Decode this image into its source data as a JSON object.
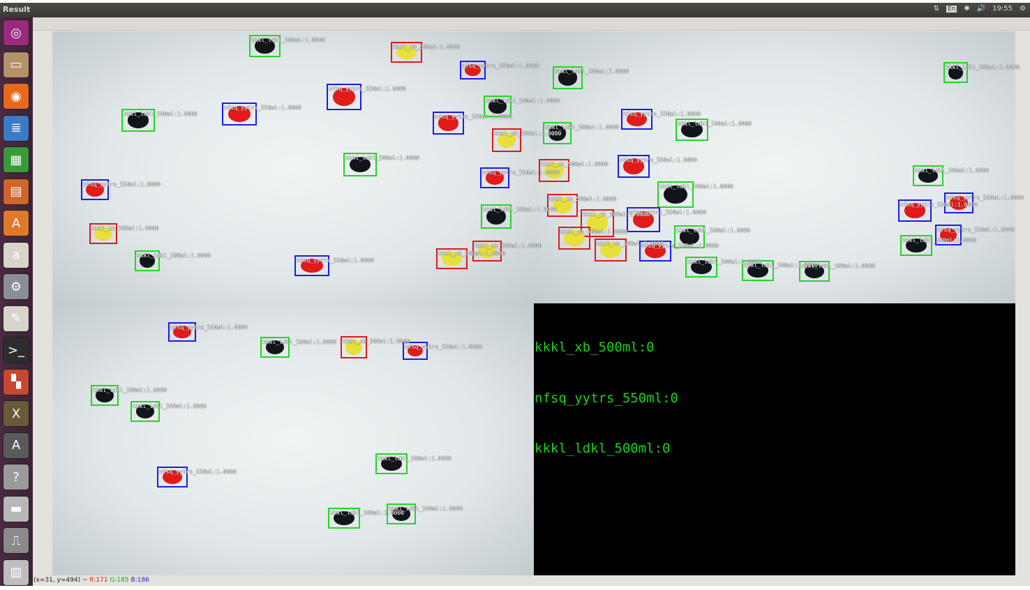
{
  "window": {
    "title": "Result"
  },
  "tray": {
    "network": "⇅",
    "keyboard": "En",
    "bluetooth": "✱",
    "volume": "🔊",
    "clock": "19:55",
    "settings": "⚙"
  },
  "launcher": [
    {
      "name": "ubuntu-dash-icon",
      "glyph": "◎",
      "color": "#9b2b7c"
    },
    {
      "name": "files-icon",
      "glyph": "▭",
      "color": "#b3926a"
    },
    {
      "name": "firefox-icon",
      "glyph": "◉",
      "color": "#e56a1d"
    },
    {
      "name": "writer-icon",
      "glyph": "≣",
      "color": "#3b7bc6"
    },
    {
      "name": "calc-icon",
      "glyph": "▦",
      "color": "#3a9a3a"
    },
    {
      "name": "impress-icon",
      "glyph": "▤",
      "color": "#d1652b"
    },
    {
      "name": "software-center-icon",
      "glyph": "A",
      "color": "#e07a2a"
    },
    {
      "name": "amazon-icon",
      "glyph": "a",
      "color": "#d9d5cc"
    },
    {
      "name": "system-settings-icon",
      "glyph": "⚙",
      "color": "#8a8f96"
    },
    {
      "name": "text-editor-icon",
      "glyph": "✎",
      "color": "#d7d4cc"
    },
    {
      "name": "terminal-icon",
      "glyph": ">_",
      "color": "#2d2d2d"
    },
    {
      "name": "workspaces-icon",
      "glyph": "▚",
      "color": "#c7482f"
    },
    {
      "name": "xterm-icon",
      "glyph": "X",
      "color": "#6b5a3a"
    },
    {
      "name": "updater-icon",
      "glyph": "A",
      "color": "#5a5a5a"
    },
    {
      "name": "help-icon",
      "glyph": "?",
      "color": "#9a9a9a"
    },
    {
      "name": "disk-icon",
      "glyph": "▬",
      "color": "#b7b7b7"
    },
    {
      "name": "usb-icon",
      "glyph": "⎍",
      "color": "#8a8a8a"
    },
    {
      "name": "trash-icon",
      "glyph": "▥",
      "color": "#bdbdbd"
    }
  ],
  "colors": {
    "kkkl_ldkl": "#22d622",
    "nfsq_yytrs": "#1a1aee",
    "kkkl_xb": "#e01818"
  },
  "labels": {
    "kkkl_ldkl": "kkkl_ldkl_500ml:1.0000",
    "nfsq_yytrs": "nfsq_yytrs_550ml:1.0000",
    "kkkl_xb": "kkkl_xb_500ml:1.0000"
  },
  "panels": [
    {
      "detections": [
        "kkkl_ldkl",
        "kkkl_ldkl",
        "kkkl_ldkl",
        "kkkl_ldkl",
        "kkkl_ldkl",
        "kkkl_ldkl",
        "nfsq_yytrs",
        "nfsq_yytrs",
        "nfsq_yytrs",
        "nfsq_yytrs",
        "nfsq_yytrs",
        "nfsq_yytrs",
        "nfsq_yytrs",
        "kkkl_xb",
        "kkkl_xb",
        "kkkl_xb",
        "kkkl_xb",
        "kkkl_xb"
      ]
    },
    {
      "detections": [
        "kkkl_ldkl",
        "kkkl_ldkl",
        "kkkl_ldkl",
        "kkkl_ldkl",
        "kkkl_ldkl",
        "kkkl_ldkl",
        "kkkl_ldkl",
        "kkkl_ldkl",
        "kkkl_ldkl",
        "kkkl_ldkl",
        "kkkl_ldkl",
        "nfsq_yytrs",
        "nfsq_yytrs",
        "nfsq_yytrs",
        "nfsq_yytrs",
        "nfsq_yytrs",
        "nfsq_yytrs",
        "nfsq_yytrs",
        "kkkl_xb",
        "kkkl_xb",
        "kkkl_xb",
        "kkkl_xb",
        "kkkl_xb"
      ]
    },
    {
      "detections": [
        "nfsq_yytrs",
        "kkkl_ldkl",
        "kkkl_xb",
        "nfsq_yytrs",
        "kkkl_ldkl",
        "kkkl_ldkl",
        "nfsq_yytrs",
        "kkkl_ldkl",
        "kkkl_ldkl",
        "kkkl_ldkl"
      ]
    }
  ],
  "counts": [
    "kkkl_xb_500ml:0",
    "nfsq_yytrs_550ml:0",
    "kkkl_ldkl_500ml:0"
  ],
  "status": {
    "coords": "(x=31, y=494) ~",
    "r": "R:171",
    "g": "G:185",
    "b": "B:186"
  }
}
